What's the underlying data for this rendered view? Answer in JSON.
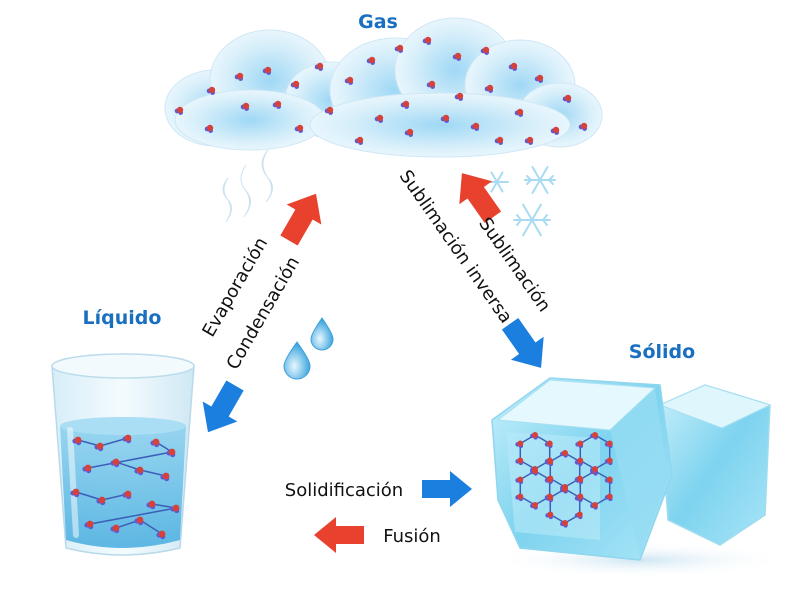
{
  "states": {
    "gas": "Gas",
    "liquid": "Líquido",
    "solid": "Sólido"
  },
  "processes": {
    "evaporation": "Evaporación",
    "condensation": "Condensación",
    "sublimation": "Sublimación",
    "deposition": "Sublimación inversa",
    "solidification": "Solidificación",
    "fusion": "Fusión"
  },
  "colors": {
    "state_label": "#1a6fc0",
    "arrow_red": "#e8412e",
    "arrow_blue": "#1b7fe0",
    "cloud": "#dff1fb",
    "water": "#6fc3ea",
    "ice": "#8fd9f2",
    "molecule_o": "#d6423a",
    "molecule_h": "#5d5ad6"
  }
}
